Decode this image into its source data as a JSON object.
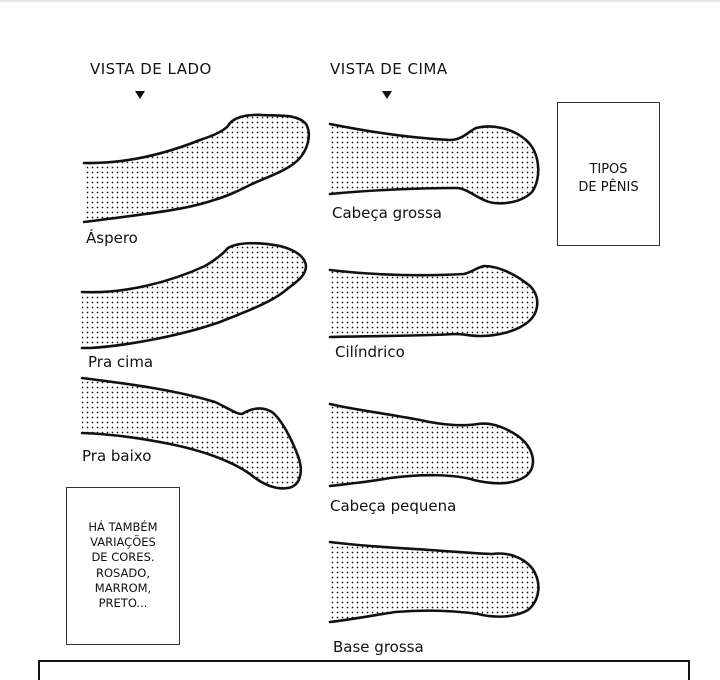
{
  "side_view": {
    "title": "VISTA DE LADO"
  },
  "top_view": {
    "title": "VISTA DE CIMA"
  },
  "side_shapes": [
    {
      "label": "Áspero"
    },
    {
      "label": "Pra cima"
    },
    {
      "label": "Pra baixo"
    }
  ],
  "top_shapes": [
    {
      "label": "Cabeça grossa"
    },
    {
      "label": "Cilíndrico"
    },
    {
      "label": "Cabeça pequena"
    },
    {
      "label": "Base grossa"
    }
  ],
  "types_box": {
    "lines": [
      "TIPOS",
      "DE PÊNIS"
    ]
  },
  "colors_box": {
    "lines": [
      "HÁ TAMBÉM",
      "VARIAÇÕES",
      "DE CORES.",
      "ROSADO,",
      "MARROM,",
      "PRETO..."
    ]
  },
  "colors": {
    "ink": "#111111",
    "paper": "#ffffff",
    "frame": "#333333"
  }
}
